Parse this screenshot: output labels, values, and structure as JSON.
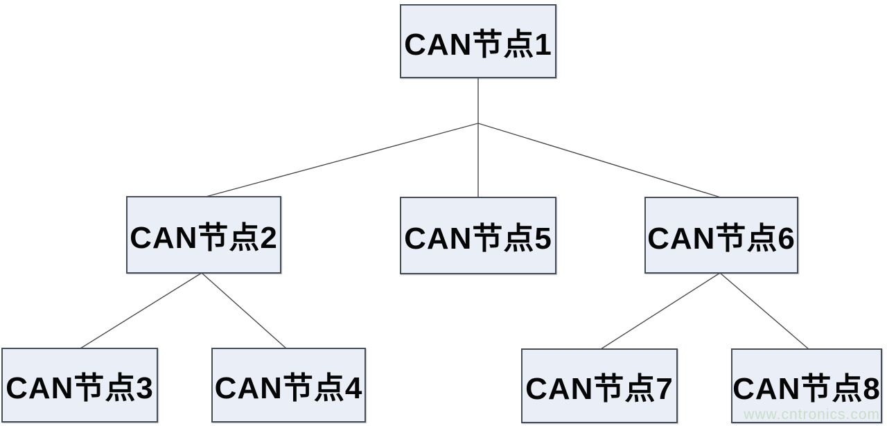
{
  "diagram": {
    "title_semantic": "CAN bus node tree diagram",
    "nodes": [
      {
        "id": "can-node-1",
        "label": "CAN节点1",
        "level": 1
      },
      {
        "id": "can-node-2",
        "label": "CAN节点2",
        "level": 2
      },
      {
        "id": "can-node-5",
        "label": "CAN节点5",
        "level": 2
      },
      {
        "id": "can-node-6",
        "label": "CAN节点6",
        "level": 2
      },
      {
        "id": "can-node-3",
        "label": "CAN节点3",
        "level": 3
      },
      {
        "id": "can-node-4",
        "label": "CAN节点4",
        "level": 3
      },
      {
        "id": "can-node-7",
        "label": "CAN节点7",
        "level": 3
      },
      {
        "id": "can-node-8",
        "label": "CAN节点8",
        "level": 3
      }
    ],
    "edges": [
      {
        "from": "can-node-1",
        "to": "can-node-2"
      },
      {
        "from": "can-node-1",
        "to": "can-node-5"
      },
      {
        "from": "can-node-1",
        "to": "can-node-6"
      },
      {
        "from": "can-node-2",
        "to": "can-node-3"
      },
      {
        "from": "can-node-2",
        "to": "can-node-4"
      },
      {
        "from": "can-node-6",
        "to": "can-node-7"
      },
      {
        "from": "can-node-6",
        "to": "can-node-8"
      }
    ],
    "watermark": "www.cntronics.com",
    "colors": {
      "node_fill": "#eaeef7",
      "node_border": "#454d58",
      "connector": "#4a4a4a",
      "watermark": "#c8ddc6",
      "text": "#050505",
      "background": "#ffffff"
    }
  }
}
